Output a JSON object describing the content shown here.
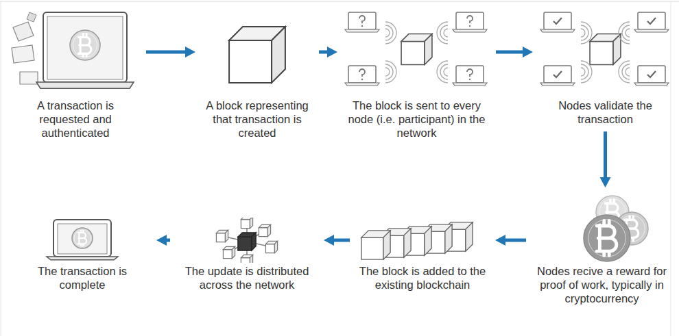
{
  "diagram": {
    "nodes": [
      {
        "text": [
          "A transaction is requested and authenticated"
        ]
      },
      {
        "text": [
          "A block representing that transaction is created"
        ]
      },
      {
        "text": [
          "The block is sent to every node (i.e. participant) in the network"
        ]
      },
      {
        "text": [
          "Nodes validate the transaction"
        ]
      },
      {
        "text": [
          "Nodes recive a reward for proof of work, typically in cryptocurrency"
        ]
      },
      {
        "text": [
          "The block is added to the existing blockchain"
        ]
      },
      {
        "text": [
          "The update is distributed across the network"
        ]
      },
      {
        "text": [
          "The transaction is complete"
        ]
      }
    ],
    "edges": [
      {
        "from": 0,
        "to": 1,
        "arrow": "to"
      },
      {
        "from": 1,
        "to": 2,
        "arrow": "to"
      },
      {
        "from": 2,
        "to": 3,
        "arrow": "to"
      },
      {
        "from": 3,
        "to": 4,
        "arrow": "to"
      },
      {
        "from": 4,
        "to": 5,
        "arrow": "to"
      },
      {
        "from": 5,
        "to": 6,
        "arrow": "to"
      },
      {
        "from": 6,
        "to": 7,
        "arrow": "to"
      }
    ]
  }
}
